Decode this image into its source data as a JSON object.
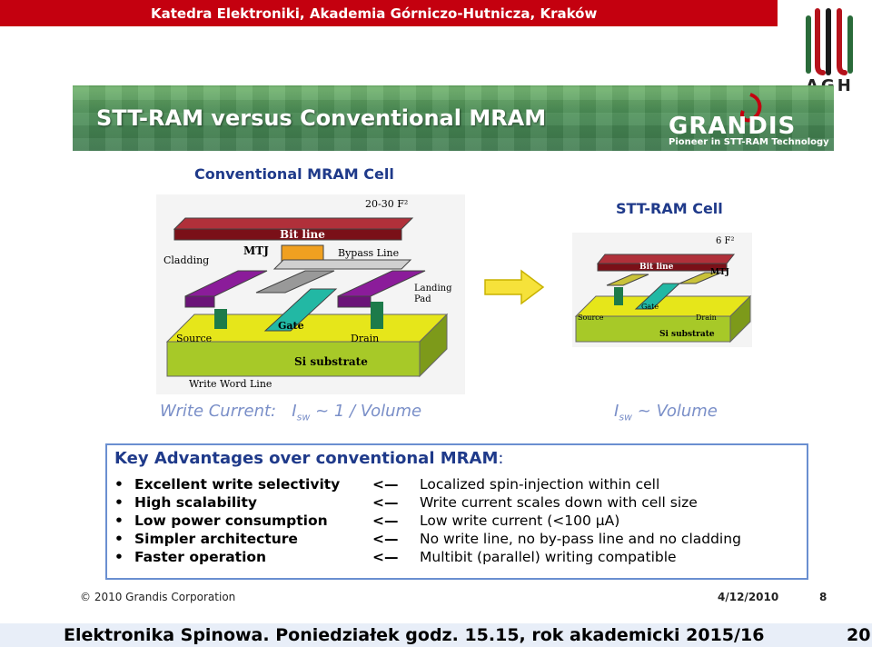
{
  "header": {
    "title": "Katedra Elektroniki, Akademia Górniczo-Hutnicza, Kraków",
    "logo_text": "AGH",
    "accent_color": "#c4000f"
  },
  "slide": {
    "banner_title": "STT-RAM versus Conventional MRAM",
    "brand": "GRANDIS",
    "brand_tagline": "Pioneer in STT-RAM Technology",
    "conventional": {
      "title": "Conventional MRAM Cell",
      "area": "20-30 F²",
      "labels": {
        "bit_line": "Bit line",
        "mtj": "MTJ",
        "bypass_line": "Bypass Line",
        "cladding": "Cladding",
        "landing_pad_1": "Landing",
        "landing_pad_2": "Pad",
        "gate": "Gate",
        "source": "Source",
        "drain": "Drain",
        "si_substrate": "Si substrate",
        "write_word_line": "Write Word Line"
      },
      "formula_prefix": "Write Current:",
      "formula_i": "I",
      "formula_sub": "sw",
      "formula_rest": " ~ 1 / Volume"
    },
    "stt": {
      "title": "STT-RAM Cell",
      "area": "6 F²",
      "labels": {
        "bit_line": "Bit line",
        "mtj": "MTJ",
        "gate": "Gate",
        "source": "Source",
        "drain": "Drain",
        "si_substrate": "Si substrate"
      },
      "formula_i": "I",
      "formula_sub": "sw",
      "formula_rest": " ~ Volume"
    },
    "advantages": {
      "title": "Key Advantages over conventional MRAM",
      "title_suffix": ":",
      "rows": [
        {
          "feature": "Excellent write selectivity",
          "reason": "Localized spin-injection within cell"
        },
        {
          "feature": "High scalability",
          "reason": "Write current scales down with cell size"
        },
        {
          "feature": "Low power consumption",
          "reason": "Low write current (<100 μA)"
        },
        {
          "feature": "Simpler architecture",
          "reason": "No write line, no by-pass line and no cladding"
        },
        {
          "feature": "Faster operation",
          "reason": "Multibit (parallel) writing compatible"
        }
      ],
      "bullet": "•",
      "arrow": "<—"
    },
    "copyright": "© 2010 Grandis Corporation",
    "date": "4/12/2010",
    "page": "8"
  },
  "footer": {
    "text": "Elektronika Spinowa. Poniedziałek godz. 15.15, rok akademicki 2015/16",
    "page_number": "20"
  }
}
